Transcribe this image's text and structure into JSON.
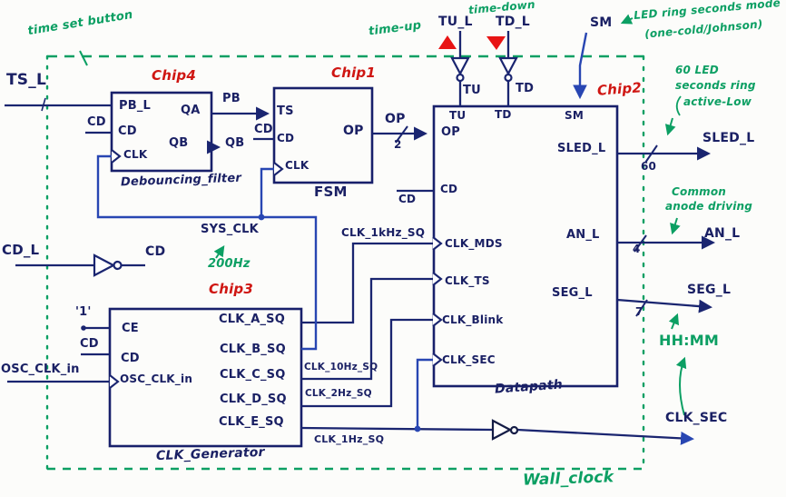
{
  "colors": {
    "wire": "#1a2570",
    "blue_wire": "#2846b2",
    "chip_title": "#cf1612",
    "annotation": "#0c9f63",
    "marker_red": "#e81414"
  },
  "annotations": {
    "time_set_button": "time set button",
    "time_up": "time-up",
    "time_down": "time-down",
    "led_mode_line1": "LED ring seconds mode",
    "led_mode_line2": "(one-cold/Johnson)",
    "seconds_ring_line1": "60 LED",
    "seconds_ring_line2": "seconds ring",
    "seconds_ring_line3": "active-Low",
    "common_anode_line1": "Common",
    "common_anode_line2": "anode driving",
    "display_format": "HH:MM",
    "sys_clk_freq": "200Hz",
    "system_name": "Wall_clock"
  },
  "nets": {
    "ts_l": "TS_L",
    "cd_l": "CD_L",
    "cd": "CD",
    "pb": "PB",
    "qb": "QB",
    "logic_one": "'1'",
    "osc_clk_in": "OSC_CLK_in",
    "sys_clk": "SYS_CLK",
    "op": "OP",
    "tu_l": "TU_L",
    "td_l": "TD_L",
    "sm": "SM",
    "tu": "TU",
    "td": "TD",
    "clk_1khz_sq": "CLK_1kHz_SQ",
    "clk_10hz_sq": "CLK_10Hz_SQ",
    "clk_2hz_sq": "CLK_2Hz_SQ",
    "clk_1hz_sq": "CLK_1Hz_SQ",
    "sled_l": "SLED_L",
    "an_l": "AN_L",
    "seg_l": "SEG_L",
    "clk_sec": "CLK_SEC"
  },
  "bus_widths": {
    "op": "2",
    "sled": "60",
    "an": "4",
    "seg": "7"
  },
  "chips": {
    "chip4": {
      "label": "Chip4",
      "caption": "Debouncing_filter",
      "pins": {
        "pb_l": "PB_L",
        "cd": "CD",
        "clk": "CLK",
        "qa": "QA",
        "qb": "QB"
      }
    },
    "chip1": {
      "label": "Chip1",
      "caption": "FSM",
      "pins": {
        "ts": "TS",
        "cd": "CD",
        "clk": "CLK",
        "op": "OP"
      }
    },
    "chip2": {
      "label": "Chip2",
      "caption": "Datapath",
      "pins": {
        "tu": "TU",
        "td": "TD",
        "sm": "SM",
        "op": "OP",
        "cd": "CD",
        "clk_mds": "CLK_MDS",
        "clk_ts": "CLK_TS",
        "clk_blink": "CLK_Blink",
        "clk_sec": "CLK_SEC",
        "sled_l": "SLED_L",
        "an_l": "AN_L",
        "seg_l": "SEG_L"
      }
    },
    "chip3": {
      "label": "Chip3",
      "caption": "CLK_Generator",
      "pins": {
        "ce": "CE",
        "cd": "CD",
        "osc_clk_in": "OSC_CLK_in",
        "clk_a": "CLK_A_SQ",
        "clk_b": "CLK_B_SQ",
        "clk_c": "CLK_C_SQ",
        "clk_d": "CLK_D_SQ",
        "clk_e": "CLK_E_SQ"
      }
    }
  }
}
